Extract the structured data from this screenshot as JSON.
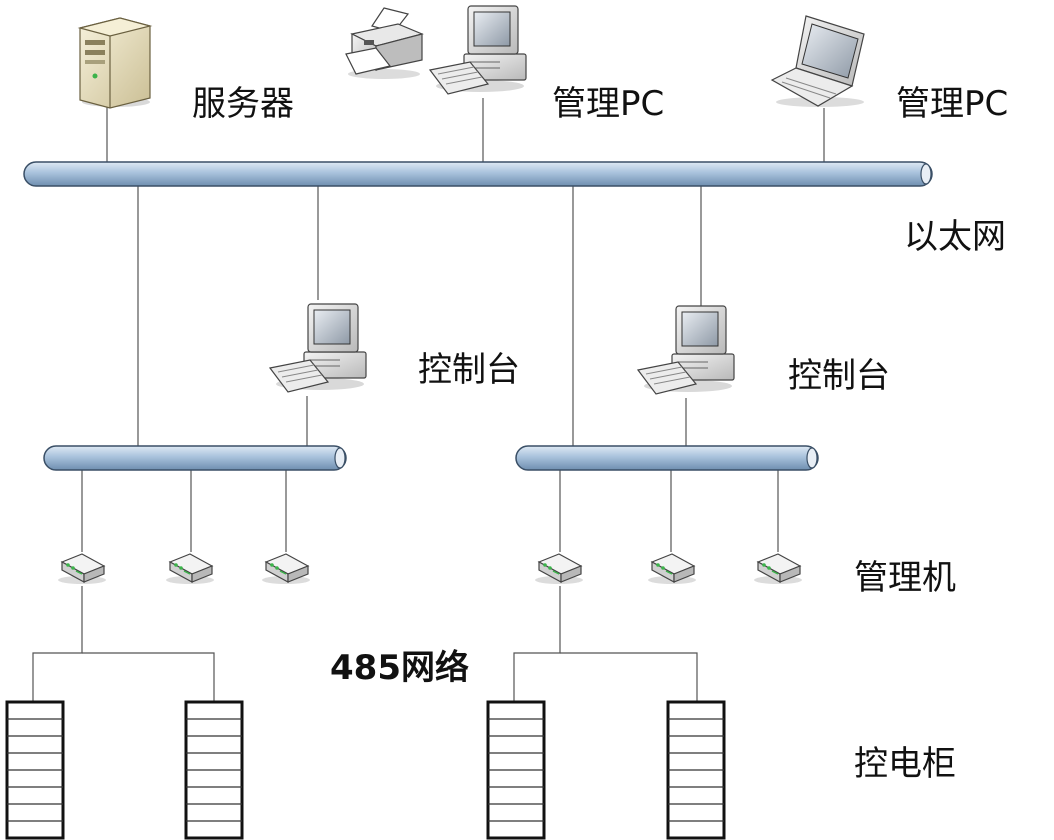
{
  "labels": {
    "server": "服务器",
    "admin_pc_1": "管理PC",
    "admin_pc_2": "管理PC",
    "ethernet": "以太网",
    "console_1": "控制台",
    "console_2": "控制台",
    "manager": "管理机",
    "rs485": "485网络",
    "cabinet": "控电柜"
  },
  "colors": {
    "bus_fill": "#a9c2dc",
    "bus_stroke": "#3a4f66",
    "line": "#555555",
    "device_body": "#e6e6e6",
    "screen": "#bfc6cf",
    "led": "#3bb34a"
  },
  "icons": {
    "server": "server-tower-icon",
    "printer": "printer-icon",
    "desktop": "desktop-computer-icon",
    "laptop": "laptop-icon",
    "manager": "network-device-icon",
    "cabinet": "control-cabinet-icon"
  }
}
